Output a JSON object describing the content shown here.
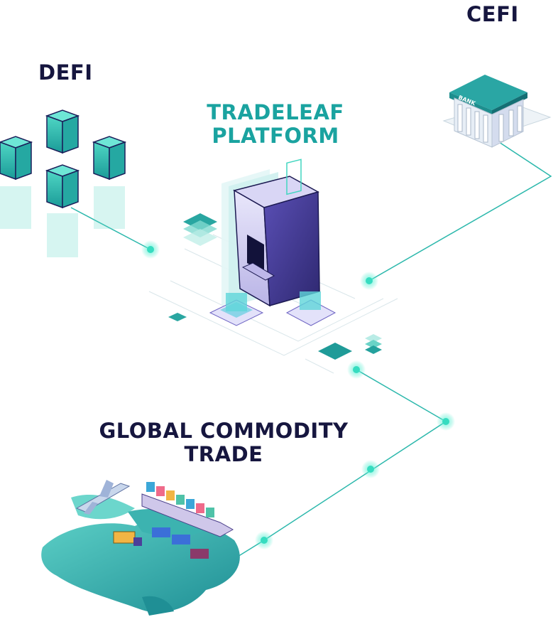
{
  "labels": {
    "cefi": "CEFI",
    "defi": "DEFI",
    "platform_line1": "TRADELEAF",
    "platform_line2": "PLATFORM",
    "trade_line1": "GLOBAL COMMODITY",
    "trade_line2": "TRADE",
    "bank_sign": "BANK"
  },
  "colors": {
    "navy": "#16163f",
    "teal": "#1aa3a0",
    "node_glow": "#3ce8c8",
    "server_purple": "#4b3f9a"
  },
  "icons": [
    "server-icon",
    "bank-icon",
    "crypto-cubes-icon",
    "world-map-icon",
    "airplane-icon",
    "cargo-ship-icon",
    "truck-icon",
    "train-icon"
  ]
}
